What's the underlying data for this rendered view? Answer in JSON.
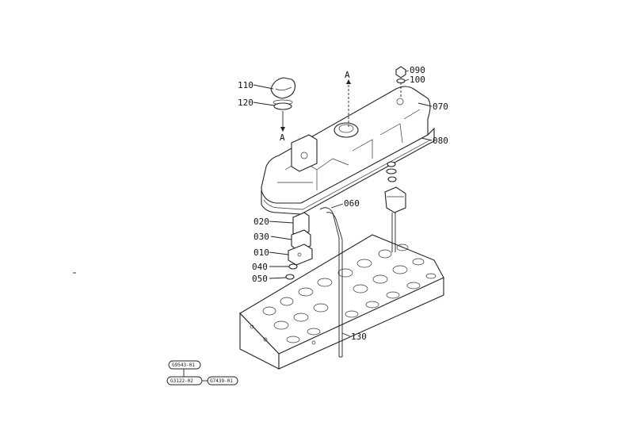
{
  "labels": {
    "p110": "110",
    "p120": "120",
    "arrow_a_top": "A",
    "arrow_a_left": "A",
    "p090": "090",
    "p100": "100",
    "p070": "070",
    "p080": "080",
    "p060": "060",
    "p020": "020",
    "p030": "030",
    "p010": "010",
    "p040": "040",
    "p050": "050",
    "p130": "130"
  },
  "refs": {
    "r1": "G9543-01",
    "r2": "G3122-02",
    "r3": "G7439-01"
  }
}
